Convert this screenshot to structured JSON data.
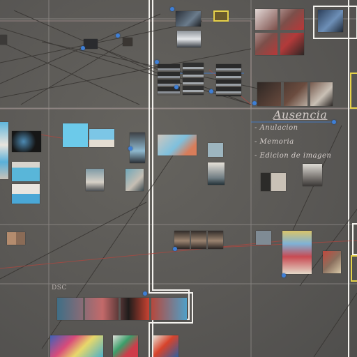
{
  "board": {
    "heading": "Ausencia",
    "bullets": [
      "- Anulacion",
      "- Memoria",
      "- Edicion de imagen"
    ],
    "section_label": "DSC"
  },
  "colors": {
    "wall": "#5b5a58",
    "chalk": "#e9e1de",
    "pin": "#3f7fd6",
    "red_string": "#b2463e",
    "dark_string": "#3a3836",
    "highlight": "#e7d24a"
  },
  "photos": [
    {
      "name": "photo-street-night",
      "tone": "#3a3f46"
    },
    {
      "name": "photo-car-white",
      "tone": "#b9bcc0"
    },
    {
      "name": "photo-small-yellow-frame",
      "tone": "#7a6b3a"
    },
    {
      "name": "photo-party-grid",
      "tone": "#8a5a58"
    },
    {
      "name": "photo-portrait-blue",
      "tone": "#3f5f8a"
    },
    {
      "name": "photo-dining-set",
      "tone": "#3b3430"
    },
    {
      "name": "photo-pool-blue",
      "tone": "#59b6d9"
    },
    {
      "name": "photo-beach-scene",
      "tone": "#6ab9dd"
    },
    {
      "name": "photo-black-box",
      "tone": "#161616"
    },
    {
      "name": "photo-kitchen",
      "tone": "#7e9aa5"
    },
    {
      "name": "photo-doorway",
      "tone": "#c9c1b6"
    },
    {
      "name": "photo-figures-trio",
      "tone": "#6b5b4f"
    },
    {
      "name": "photo-colorful-poster",
      "tone": "#c8b25a"
    },
    {
      "name": "photo-street-color",
      "tone": "#8a6f5d"
    },
    {
      "name": "photo-abstract-paint",
      "tone": "#b04a6e"
    }
  ]
}
